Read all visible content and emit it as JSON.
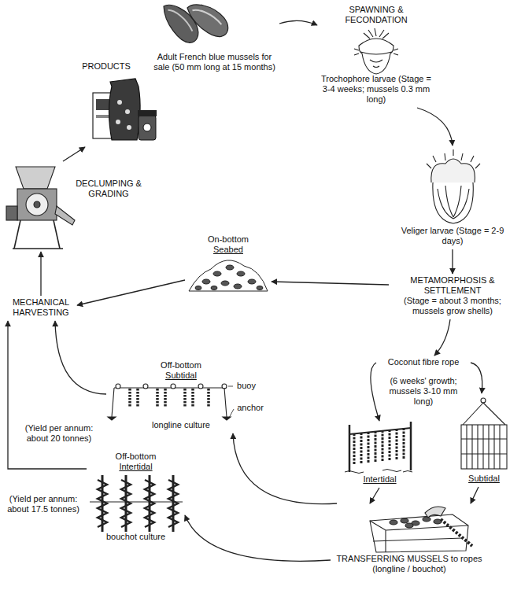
{
  "diagram": {
    "nodes": [
      {
        "text": [
          "PRODUCTS"
        ]
      },
      {
        "text": [
          "Adult French blue mussels for sale (50 mm long at 15 months)"
        ]
      },
      {
        "text": [
          "SPAWNING & FECONDATION",
          "Trochophore larvae (Stage = 3-4 weeks; mussels 0.3 mm long)"
        ]
      },
      {
        "text": [
          "Veliger larvae (Stage = 2-9 days)"
        ]
      },
      {
        "text": [
          "METAMORPHOSIS & SETTLEMENT",
          "(Stage = about 3 months; mussels grow shells)"
        ]
      },
      {
        "text": [
          "On-bottom",
          "Seabed"
        ]
      },
      {
        "text": [
          "Coconut fibre rope"
        ]
      },
      {
        "text": [
          "Intertidal"
        ]
      },
      {
        "text": [
          "Subtidal"
        ]
      },
      {
        "text": [
          "TRANSFERRING MUSSELS to ropes (longline / bouchot)"
        ]
      },
      {
        "text": [
          "Off-bottom",
          "Subtidal",
          "longline culture"
        ]
      },
      {
        "text": [
          "Off-bottom",
          "Intertidal",
          "bouchot culture"
        ]
      },
      {
        "text": [
          "MECHANICAL HARVESTING"
        ]
      },
      {
        "text": [
          "DECLUMPING & GRADING"
        ]
      }
    ],
    "edges": [
      {
        "from": 1,
        "to": 2,
        "arrow": "to"
      },
      {
        "from": 2,
        "to": 3,
        "arrow": "to"
      },
      {
        "from": 3,
        "to": 4,
        "arrow": "to"
      },
      {
        "from": 4,
        "to": 5,
        "arrow": "to"
      },
      {
        "from": 5,
        "to": 12,
        "arrow": "to"
      },
      {
        "from": 4,
        "to": 6,
        "arrow": "to"
      },
      {
        "from": 6,
        "to": 7,
        "arrow": "to"
      },
      {
        "from": 6,
        "to": 8,
        "arrow": "to"
      },
      {
        "from": 7,
        "to": 9,
        "arrow": "to"
      },
      {
        "from": 8,
        "to": 9,
        "arrow": "to"
      },
      {
        "from": 9,
        "to": 10,
        "arrow": "to"
      },
      {
        "from": 9,
        "to": 11,
        "arrow": "to"
      },
      {
        "from": 10,
        "to": 12,
        "arrow": "to"
      },
      {
        "from": 11,
        "to": 12,
        "arrow": "to"
      },
      {
        "from": 12,
        "to": 13,
        "arrow": "to"
      },
      {
        "from": 13,
        "to": 0,
        "arrow": "to"
      }
    ],
    "labels": [
      "(6 weeks' growth; mussels 3-10 mm long)",
      "buoy",
      "anchor",
      "(Yield per annum: about 20 tonnes)",
      "(Yield per annum: about 17.5 tonnes)"
    ]
  }
}
